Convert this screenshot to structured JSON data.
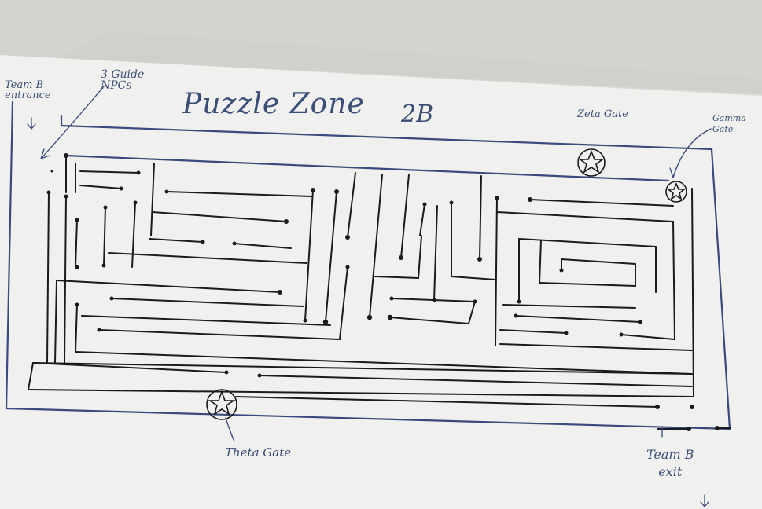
{
  "diagram": {
    "title": "Puzzle Zone",
    "zone_id": "2B",
    "entrance_label": "Team B\nentrance",
    "exit_label": "Team B\nexit",
    "guide_label": "3 Guide\nNPCs",
    "gates": [
      {
        "name": "Zeta Gate"
      },
      {
        "name": "Gamma\nGate"
      },
      {
        "name": "Theta Gate"
      }
    ]
  },
  "colors": {
    "paper": "#f1f1ef",
    "shadow": "#c9c9c6",
    "ink_blue": "#3a4a7c",
    "ink_black": "#1b1b1f"
  },
  "icons": [
    "star-in-circle",
    "down-arrow"
  ]
}
